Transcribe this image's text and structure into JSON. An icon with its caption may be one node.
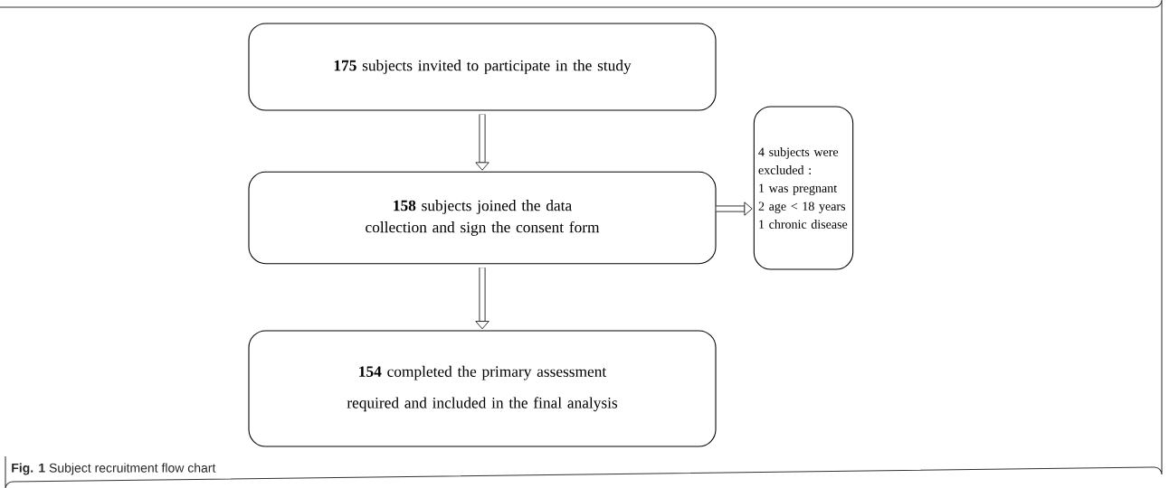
{
  "diagram": {
    "caption": "**Fig. 1** Subject recruitment flow chart",
    "nodes": [
      {
        "text": [
          "**175** subjects invited to participate in the study"
        ]
      },
      {
        "text": [
          "**158** subjects joined the data collection and sign the consent form"
        ]
      },
      {
        "text": [
          "**154** completed the primary assessment required and included in the final analysis"
        ]
      },
      {
        "text": [
          "4 subjects were excluded :",
          "1 was pregnant",
          "2 age < 18 years",
          "1 chronic disease"
        ]
      }
    ],
    "edges": [
      {
        "from": 0,
        "to": 1,
        "arrow": "to"
      },
      {
        "from": 1,
        "to": 2,
        "arrow": "to"
      },
      {
        "from": 1,
        "to": 3,
        "arrow": "to"
      }
    ]
  }
}
